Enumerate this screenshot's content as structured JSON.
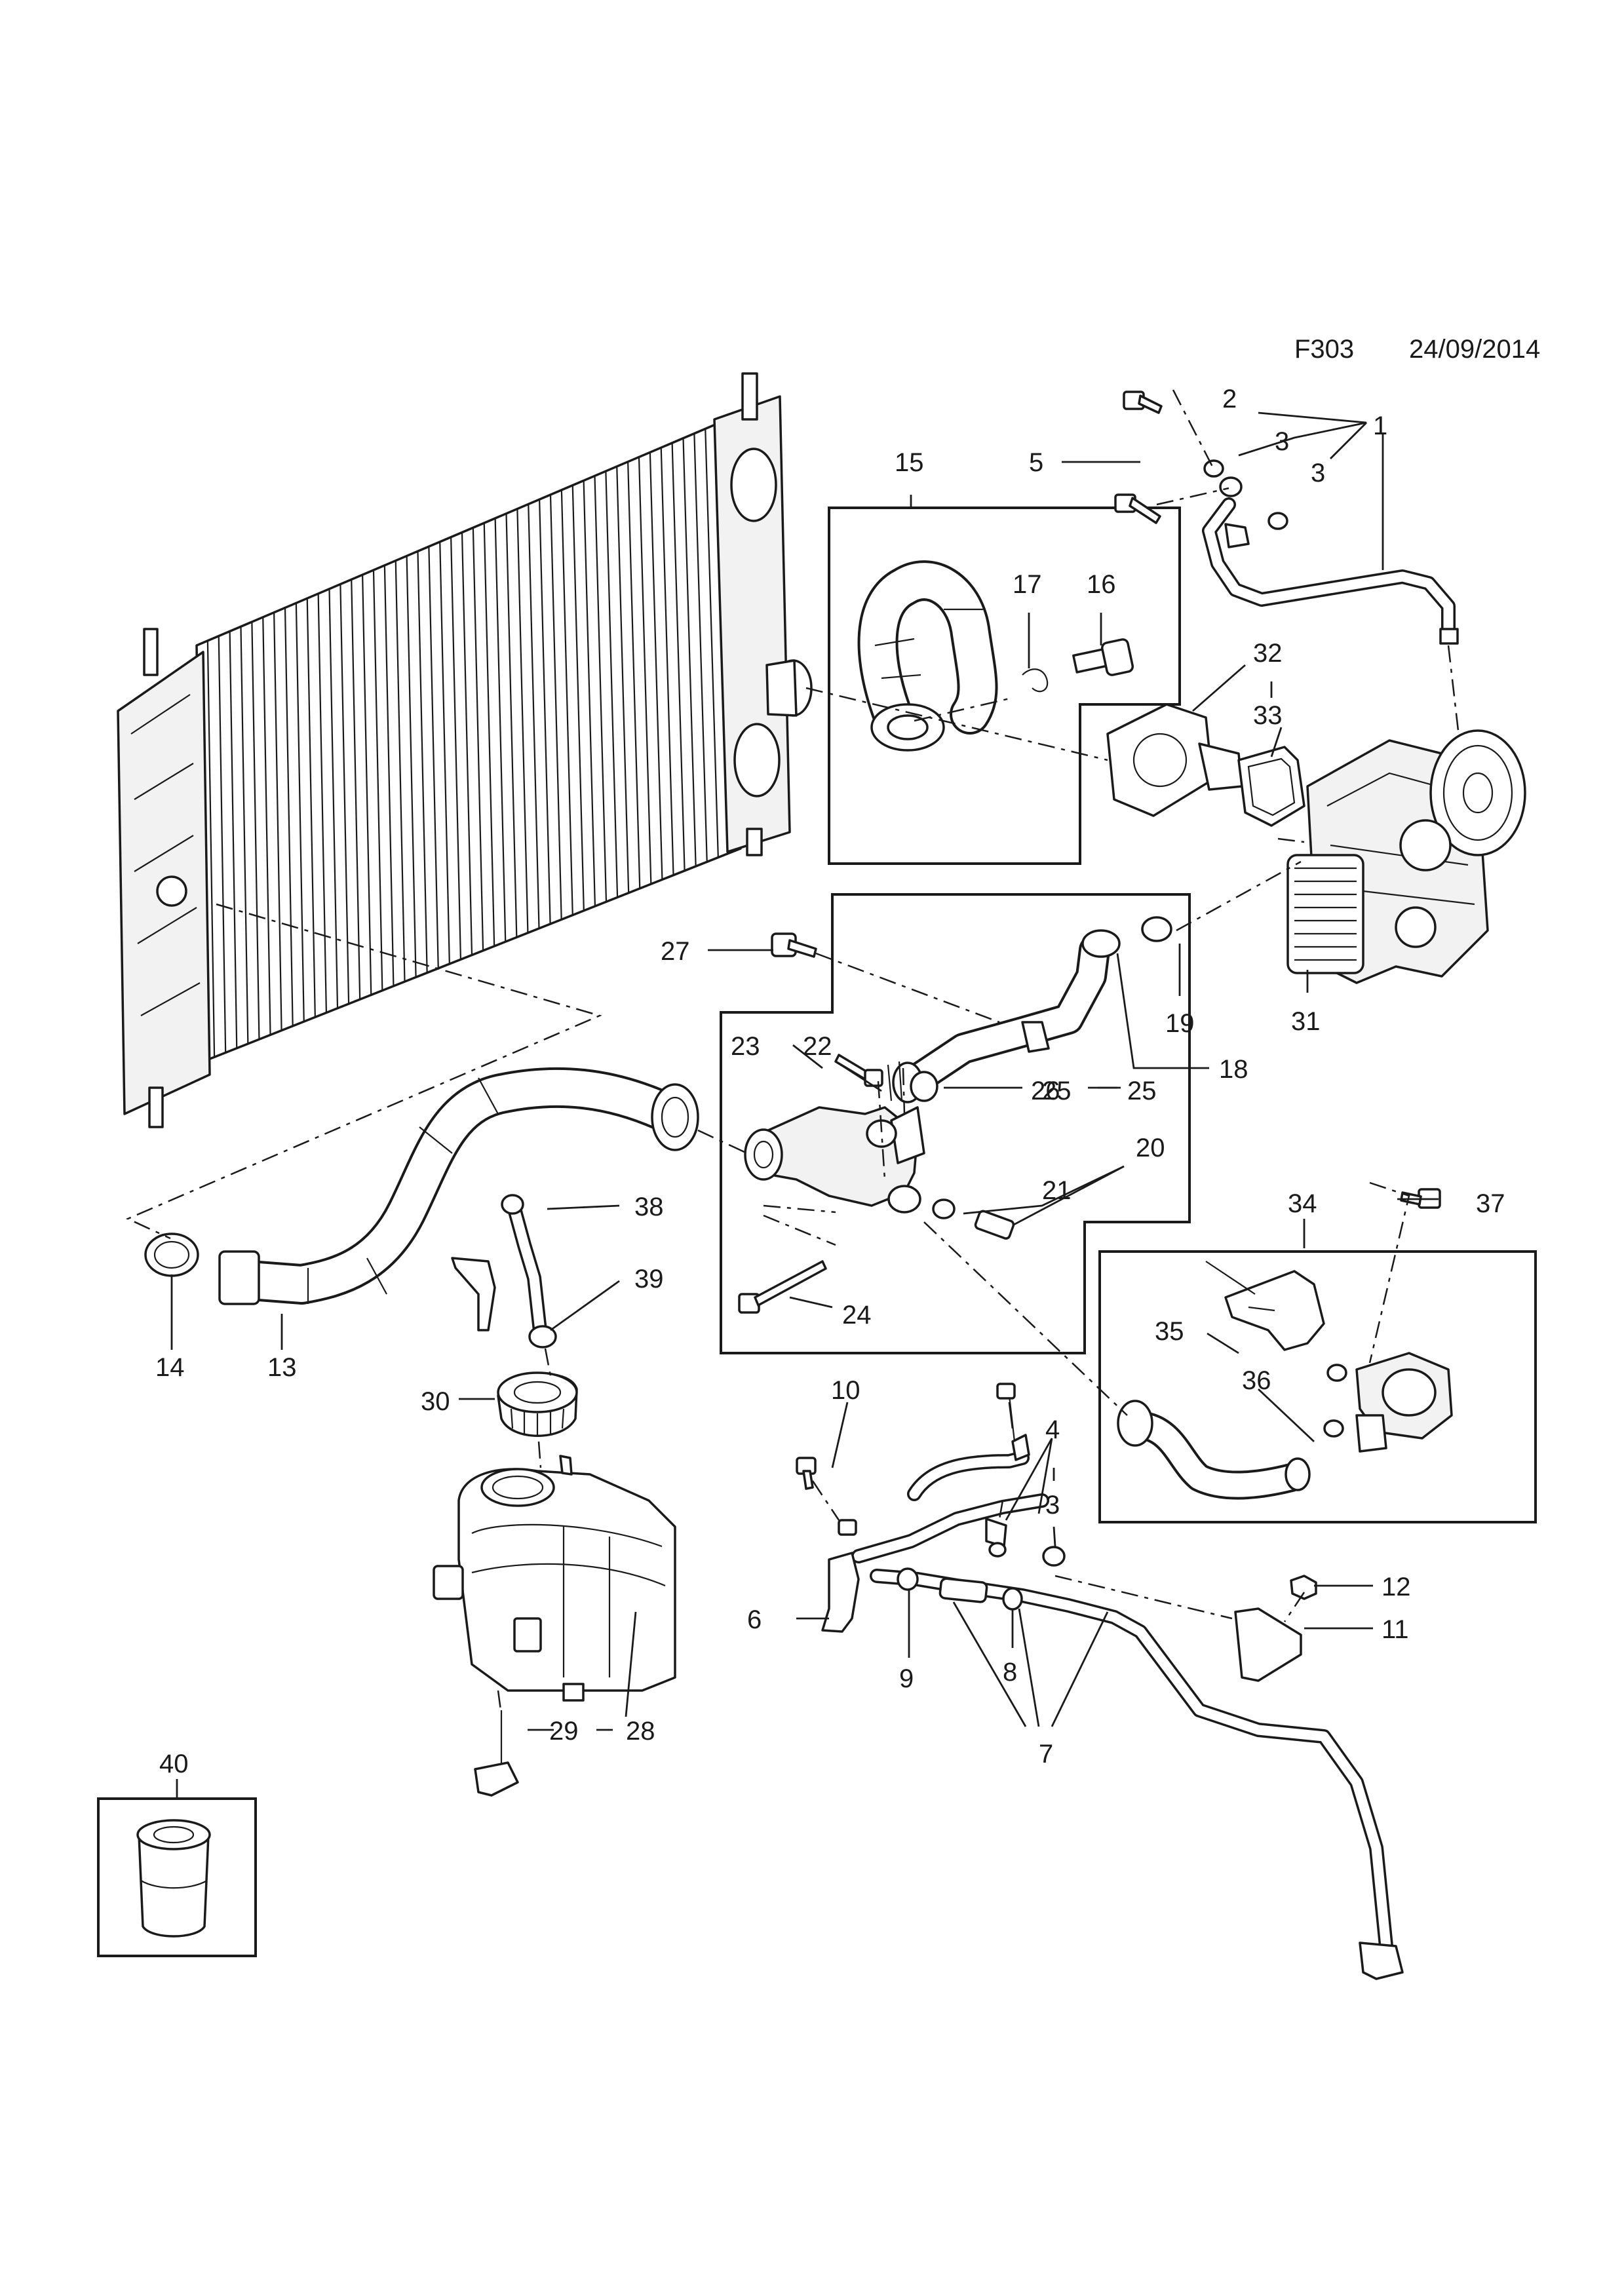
{
  "header": {
    "figure_code": "F303",
    "date": "24/09/2014"
  },
  "callouts": [
    {
      "id": "c1",
      "label": "1"
    },
    {
      "id": "c2",
      "label": "2"
    },
    {
      "id": "c3a",
      "label": "3"
    },
    {
      "id": "c3b",
      "label": "3"
    },
    {
      "id": "c3c",
      "label": "3"
    },
    {
      "id": "c4",
      "label": "4"
    },
    {
      "id": "c5",
      "label": "5"
    },
    {
      "id": "c6",
      "label": "6"
    },
    {
      "id": "c7",
      "label": "7"
    },
    {
      "id": "c8",
      "label": "8"
    },
    {
      "id": "c9",
      "label": "9"
    },
    {
      "id": "c10",
      "label": "10"
    },
    {
      "id": "c11",
      "label": "11"
    },
    {
      "id": "c12",
      "label": "12"
    },
    {
      "id": "c13",
      "label": "13"
    },
    {
      "id": "c14",
      "label": "14"
    },
    {
      "id": "c15",
      "label": "15"
    },
    {
      "id": "c16",
      "label": "16"
    },
    {
      "id": "c17",
      "label": "17"
    },
    {
      "id": "c18",
      "label": "18"
    },
    {
      "id": "c19",
      "label": "19"
    },
    {
      "id": "c20",
      "label": "20"
    },
    {
      "id": "c21",
      "label": "21"
    },
    {
      "id": "c22",
      "label": "22"
    },
    {
      "id": "c23",
      "label": "23"
    },
    {
      "id": "c24",
      "label": "24"
    },
    {
      "id": "c25a",
      "label": "25"
    },
    {
      "id": "c25b",
      "label": "25"
    },
    {
      "id": "c26",
      "label": "26"
    },
    {
      "id": "c27",
      "label": "27"
    },
    {
      "id": "c28",
      "label": "28"
    },
    {
      "id": "c29",
      "label": "29"
    },
    {
      "id": "c30",
      "label": "30"
    },
    {
      "id": "c31",
      "label": "31"
    },
    {
      "id": "c32",
      "label": "32"
    },
    {
      "id": "c33",
      "label": "33"
    },
    {
      "id": "c34",
      "label": "34"
    },
    {
      "id": "c35",
      "label": "35"
    },
    {
      "id": "c36",
      "label": "36"
    },
    {
      "id": "c37",
      "label": "37"
    },
    {
      "id": "c38",
      "label": "38"
    },
    {
      "id": "c39",
      "label": "39"
    },
    {
      "id": "c40",
      "label": "40"
    }
  ],
  "parts": {
    "radiator": "radiator-icon",
    "thermostat_housing": "thermostat-housing-icon",
    "engine_block": "engine-block-icon",
    "upper_hose": "upper-hose-icon",
    "lower_hose": "lower-hose-icon",
    "expansion_tank": "expansion-tank-icon",
    "filler_cap": "filler-cap-icon",
    "water_pump": "auxiliary-water-pump-icon",
    "coolant_pipe": "coolant-pipe-icon",
    "plug": "plug-icon"
  }
}
